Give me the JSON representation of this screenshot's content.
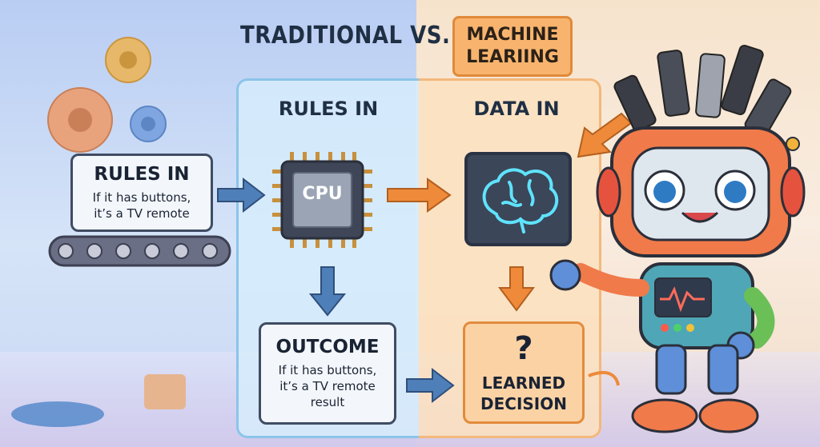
{
  "heading": {
    "left": "TRADITIONAL VS.",
    "ml_line1": "MACHINE",
    "ml_line2": "LEARIING"
  },
  "left_column": {
    "title": "RULES IN"
  },
  "right_column": {
    "title": "DATA IN"
  },
  "rules_card": {
    "title": "RULES IN",
    "line1": "If it has buttons,",
    "line2": "it’s a TV remote"
  },
  "cpu": {
    "label": "CPU"
  },
  "outcome_card": {
    "title": "OUTCOME",
    "line1": "If it has buttons,",
    "line2": "it’s a TV remote",
    "line3": "result"
  },
  "decision_card": {
    "mark": "?",
    "line1": "LEARNED",
    "line2": "DECISION"
  },
  "colors": {
    "blue_arrow": "#4f7fb8",
    "orange_arrow": "#ee8a3a",
    "robot_body": "#4fa6b6",
    "robot_head": "#f07a4a"
  }
}
